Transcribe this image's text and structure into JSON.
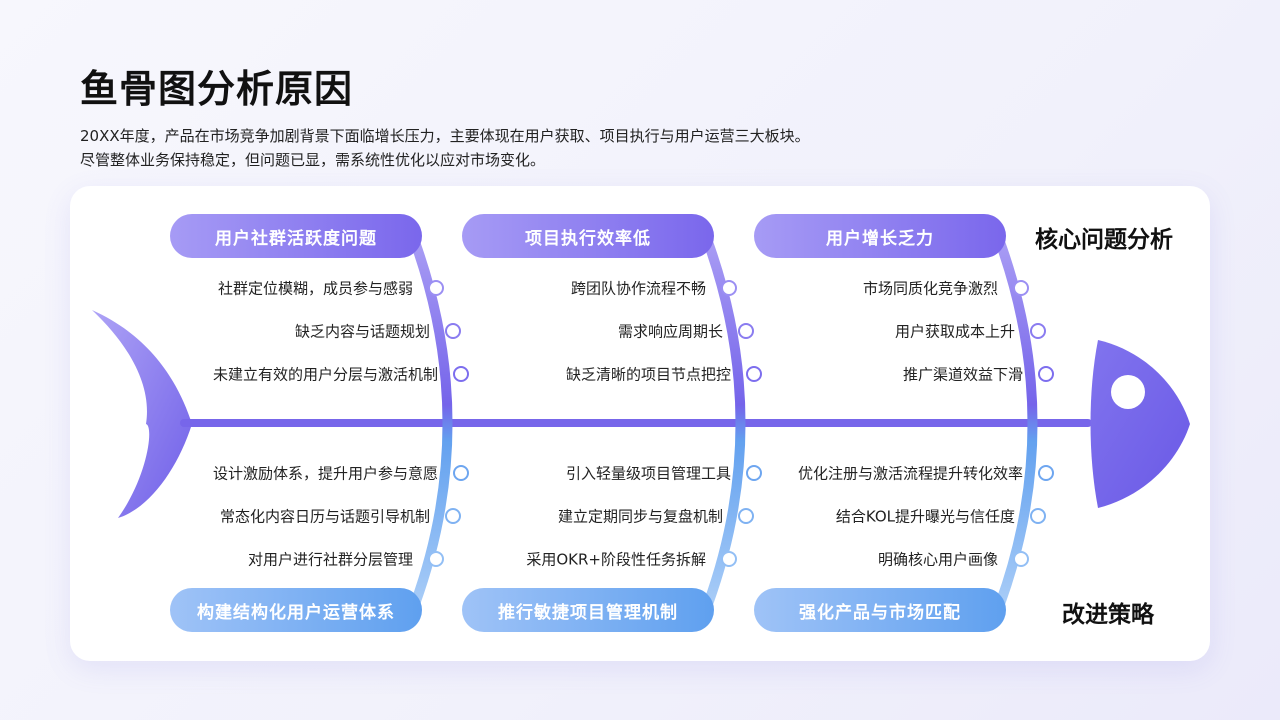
{
  "title": "鱼骨图分析原因",
  "description": [
    "20XX年度，产品在市场竞争加剧背景下面临增长压力，主要体现在用户获取、项目执行与用户运营三大板块。",
    "尽管整体业务保持稳定，但问题已显，需系统性优化以应对市场变化。"
  ],
  "labels": {
    "top": "核心问题分析",
    "bottom": "改进策略"
  },
  "problems": [
    {
      "title": "用户社群活跃度问题",
      "items": [
        "社群定位模糊，成员参与感弱",
        "缺乏内容与话题规划",
        "未建立有效的用户分层与激活机制"
      ]
    },
    {
      "title": "项目执行效率低",
      "items": [
        "跨团队协作流程不畅",
        "需求响应周期长",
        "缺乏清晰的项目节点把控"
      ]
    },
    {
      "title": "用户增长乏力",
      "items": [
        "市场同质化竞争激烈",
        "用户获取成本上升",
        "推广渠道效益下滑"
      ]
    }
  ],
  "strategies": [
    {
      "title": "构建结构化用户运营体系",
      "items": [
        "设计激励体系，提升用户参与意愿",
        "常态化内容日历与话题引导机制",
        "对用户进行社群分层管理"
      ]
    },
    {
      "title": "推行敏捷项目管理机制",
      "items": [
        "引入轻量级项目管理工具",
        "建立定期同步与复盘机制",
        "采用OKR+阶段性任务拆解"
      ]
    },
    {
      "title": "强化产品与市场匹配",
      "items": [
        "优化注册与激活流程提升转化效率",
        "结合KOL提升曝光与信任度",
        "明确核心用户画像"
      ]
    }
  ],
  "colors": {
    "accent_purple": "#7a67ec",
    "accent_blue": "#5fa0ef",
    "spine": "#7766ea"
  }
}
